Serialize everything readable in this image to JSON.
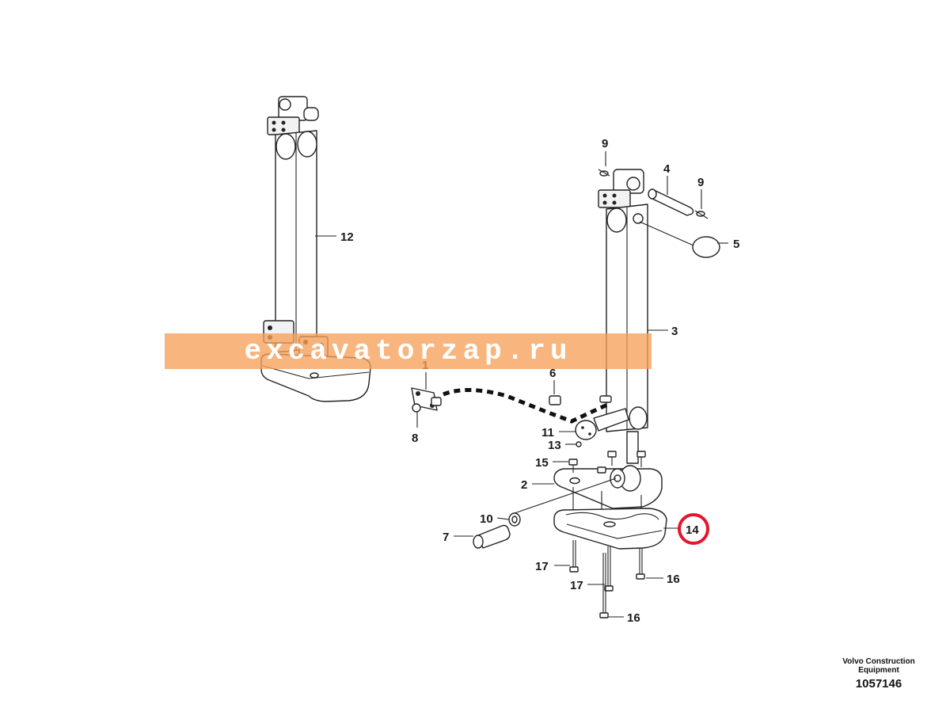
{
  "diagram": {
    "watermark": "excavatorzap.ru",
    "brand": {
      "company": "Volvo Construction Equipment",
      "figure_number": "1057146"
    },
    "callouts": {
      "p1": "1",
      "p2": "2",
      "p3": "3",
      "p4": "4",
      "p5": "5",
      "p6": "6",
      "p7": "7",
      "p8": "8",
      "p9a": "9",
      "p9b": "9",
      "p10": "10",
      "p11": "11",
      "p12": "12",
      "p13": "13",
      "p14": "14",
      "p15": "15",
      "p16a": "16",
      "p16b": "16",
      "p17a": "17",
      "p17b": "17"
    },
    "highlight_color": "#e3162b"
  }
}
